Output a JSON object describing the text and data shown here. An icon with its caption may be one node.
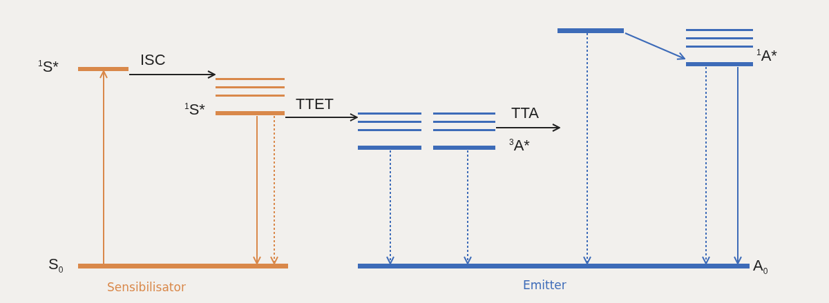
{
  "diagram": {
    "nodes": [
      {
        "text": [],
        "shape": "bar",
        "beside": [
          "$^{1}$S*"
        ]
      },
      {
        "text": [],
        "shape": "bar",
        "beside": [
          "$^{1}$S*"
        ]
      },
      {
        "text": [],
        "shape": "bar"
      },
      {
        "text": [],
        "shape": "bar",
        "beside": [
          "$^{3}$A*"
        ]
      },
      {
        "text": [],
        "shape": "bar"
      },
      {
        "text": [],
        "shape": "bar",
        "beside": [
          "$^{1}$A*"
        ]
      },
      {
        "text": [],
        "shape": "bar",
        "beside": [
          "S$_{0}$",
          "Sensibilisator"
        ]
      },
      {
        "text": [],
        "shape": "bar",
        "beside": [
          "A$_{0}$",
          "Emitter"
        ]
      }
    ],
    "edges": [
      {
        "from": 6,
        "to": 0,
        "arrow": "to",
        "color": "#d9884a"
      },
      {
        "from": 0,
        "to": 1,
        "arrow": "to",
        "label": "ISC",
        "color": "#222222"
      },
      {
        "from": 1,
        "to": 6,
        "arrow": "to",
        "color": "#d9884a"
      },
      {
        "from": 1,
        "to": 6,
        "arrow": "to",
        "style": "dashed",
        "color": "#d9884a"
      },
      {
        "from": 1,
        "to": 2,
        "arrow": "to",
        "label": "TTET",
        "color": "#222222"
      },
      {
        "from": 2,
        "to": 7,
        "arrow": "to",
        "style": "dashed",
        "color": "#3d6bb8"
      },
      {
        "from": 3,
        "to": 7,
        "arrow": "to",
        "style": "dashed",
        "color": "#3d6bb8"
      },
      {
        "from": 3,
        "to": null,
        "arrow": "to",
        "label": "TTA",
        "color": "#222222"
      },
      {
        "from": 4,
        "to": 7,
        "arrow": "to",
        "style": "dashed",
        "color": "#3d6bb8"
      },
      {
        "from": 4,
        "to": 5,
        "arrow": "to",
        "color": "#3d6bb8"
      },
      {
        "from": 5,
        "to": 7,
        "arrow": "to",
        "style": "dashed",
        "color": "#3d6bb8"
      },
      {
        "from": 5,
        "to": 7,
        "arrow": "to",
        "color": "#3d6bb8"
      }
    ]
  }
}
